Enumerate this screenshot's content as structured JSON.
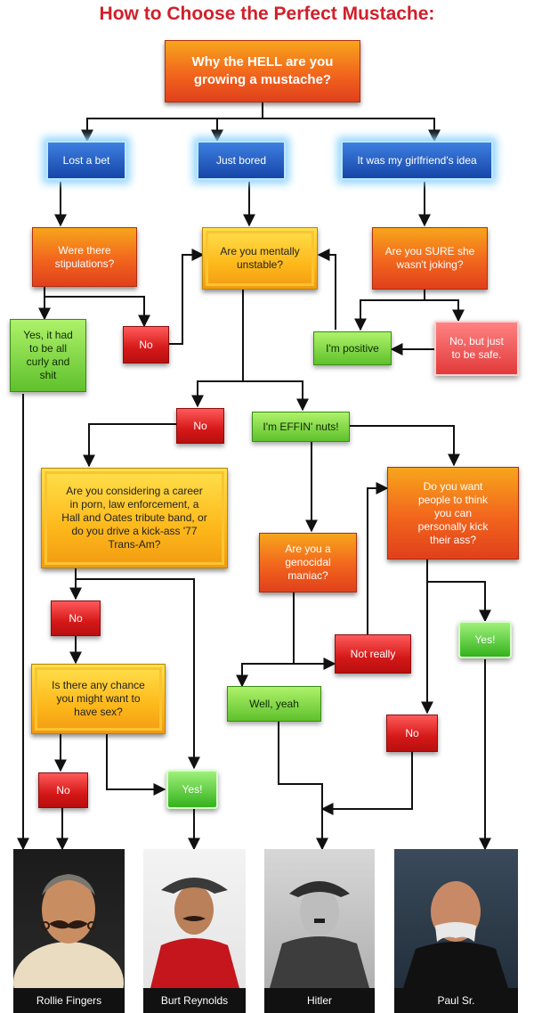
{
  "title": "How to Choose the Perfect Mustache:",
  "nodes": {
    "q_why": "Why the HELL are you growing a mustache?",
    "a_bet": "Lost a bet",
    "a_bored": "Just bored",
    "a_girlfriend": "It was my girlfriend's idea",
    "q_stipulations": "Were there stipulations?",
    "a_yes_curly": "Yes, it had to be all curly and shit",
    "a_no_stip": "No",
    "q_unstable": "Are you mentally unstable?",
    "q_sure": "Are you SURE she wasn't joking?",
    "a_positive": "I'm positive",
    "a_no_safe": "No, but just to be safe.",
    "a_no_unstable": "No",
    "a_nuts": "I'm EFFIN' nuts!",
    "q_career": "Are you considering a career in porn, law enforcement, a Hall and Oates tribute band, or do you drive a kick-ass '77 Trans-Am?",
    "q_genocidal": "Are you a genocidal maniac?",
    "q_kick": "Do you want people to think you can personally kick their ass?",
    "a_no_career": "No",
    "a_not_really": "Not really",
    "a_yes_kick": "Yes!",
    "q_sex": "Is there any chance you might want to have sex?",
    "a_well_yeah": "Well, yeah",
    "a_no_kick": "No",
    "a_no_sex": "No",
    "a_yes_sex": "Yes!"
  },
  "results": [
    {
      "name": "Rollie Fingers"
    },
    {
      "name": "Burt Reynolds"
    },
    {
      "name": "Hitler"
    },
    {
      "name": "Paul Sr."
    }
  ],
  "colors": {
    "title": "#d0202a",
    "question": "#f2651d",
    "choice": "#1646a8",
    "no": "#d51818",
    "yes": "#5fc12c"
  }
}
